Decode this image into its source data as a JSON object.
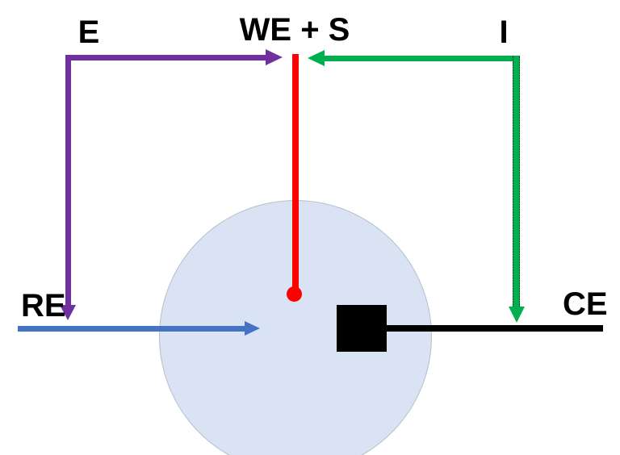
{
  "diagram": {
    "labels": {
      "potential": "E",
      "working_electrode": "WE + S",
      "current": "I",
      "reference_electrode": "RE",
      "counter_electrode": "CE"
    }
  },
  "colors": {
    "background": "#ffffff",
    "potential_arrow": "#7030a0",
    "current_arrow": "#00b050",
    "reference_arrow": "#4472c4",
    "working_electrode": "#ff0000",
    "counter_electrode": "#000000",
    "cell_fill": "#dae3f3"
  }
}
